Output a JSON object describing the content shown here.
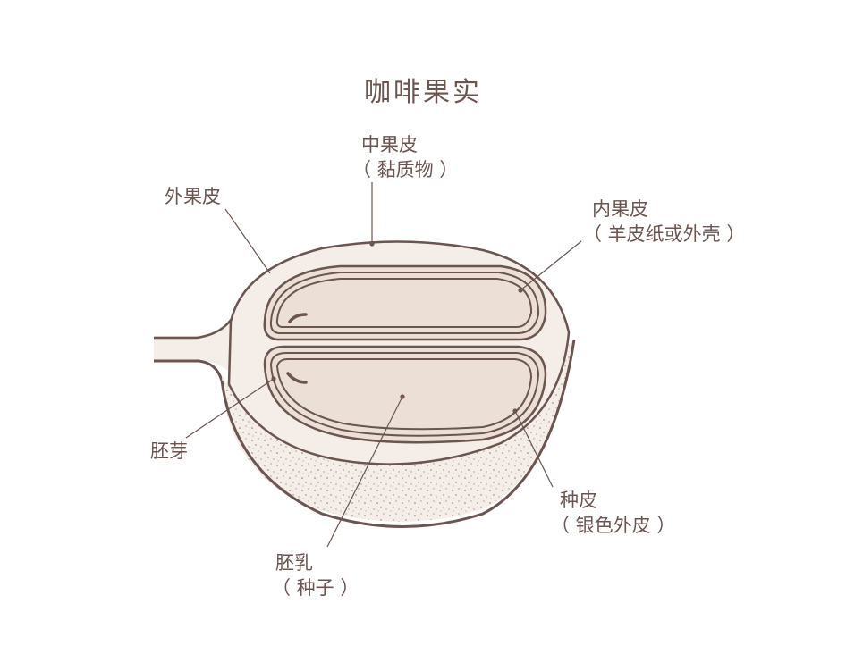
{
  "title": "咖啡果实",
  "labels": {
    "mesocarp": {
      "line1": "中果皮",
      "line2": "（ 黏质物 ）"
    },
    "exocarp": {
      "line1": "外果皮"
    },
    "endocarp": {
      "line1": "内果皮",
      "line2": "（ 羊皮纸或外壳 ）"
    },
    "embryo": {
      "line1": "胚芽"
    },
    "spermoderm": {
      "line1": "种皮",
      "line2": "（ 银色外皮 ）"
    },
    "endosperm": {
      "line1": "胚乳",
      "line2": "（ 种子 ）"
    }
  },
  "colors": {
    "ink": "#6b5550",
    "pulp": "#f5ede8",
    "bean": "#ecdfd6",
    "background": "#ffffff"
  }
}
